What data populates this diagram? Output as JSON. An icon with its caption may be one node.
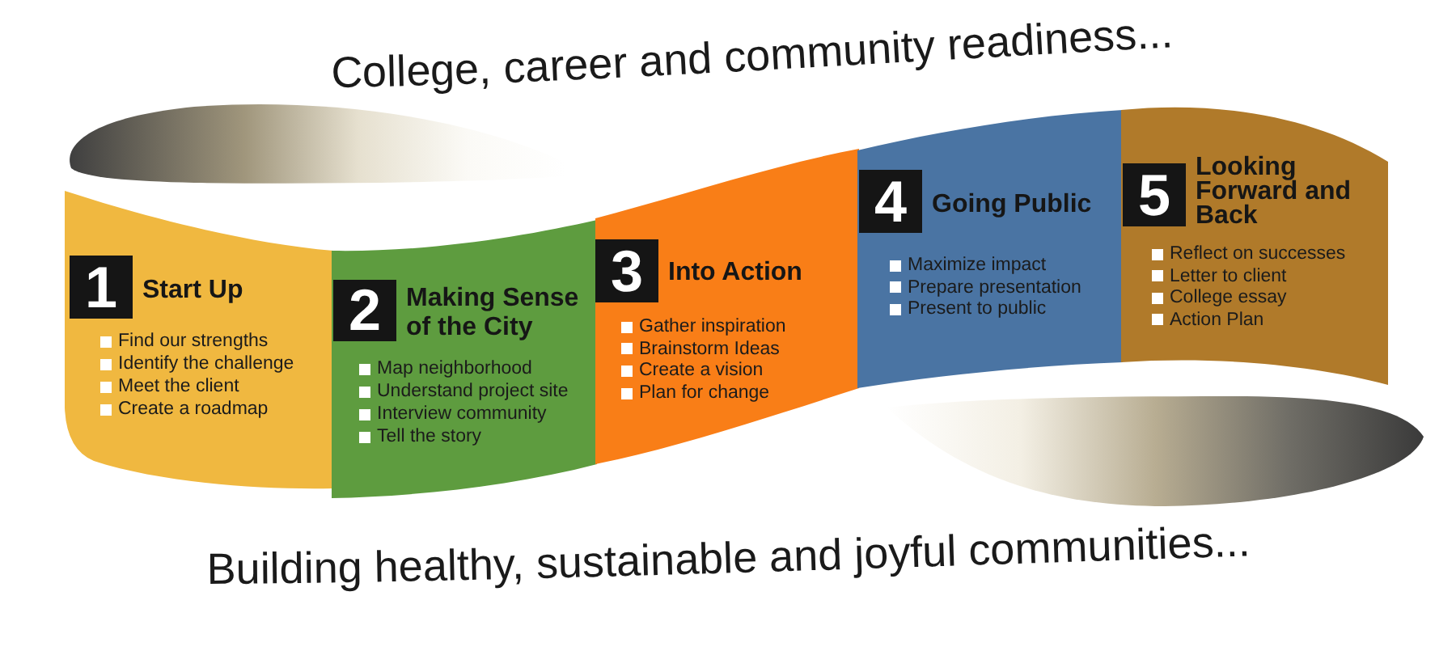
{
  "diagram": {
    "nodes": [
      {
        "text": [],
        "shape": "band"
      },
      {
        "text": [
          "1",
          "Start Up",
          "Find our strengths",
          "Identify the challenge",
          "Meet the client",
          "Create a roadmap"
        ]
      },
      {
        "text": [
          "2",
          "Making Sense of the City",
          "Map neighborhood",
          "Understand project site",
          "Interview community",
          "Tell the story"
        ]
      },
      {
        "text": [
          "3",
          "Into Action",
          "Gather inspiration",
          "Brainstorm Ideas",
          "Create a vision",
          "Plan for change"
        ]
      },
      {
        "text": [
          "4",
          "Going Public",
          "Maximize impact",
          "Prepare presentation",
          "Present to public"
        ]
      },
      {
        "text": [
          "5",
          "Looking Forward and Back",
          "Reflect on successes",
          "Letter to client",
          "College essay",
          "Action Plan"
        ]
      },
      {
        "text": [],
        "shape": "band"
      }
    ],
    "labels": [
      "College, career and community readiness...",
      "Building healthy, sustainable and joyful communities..."
    ]
  }
}
